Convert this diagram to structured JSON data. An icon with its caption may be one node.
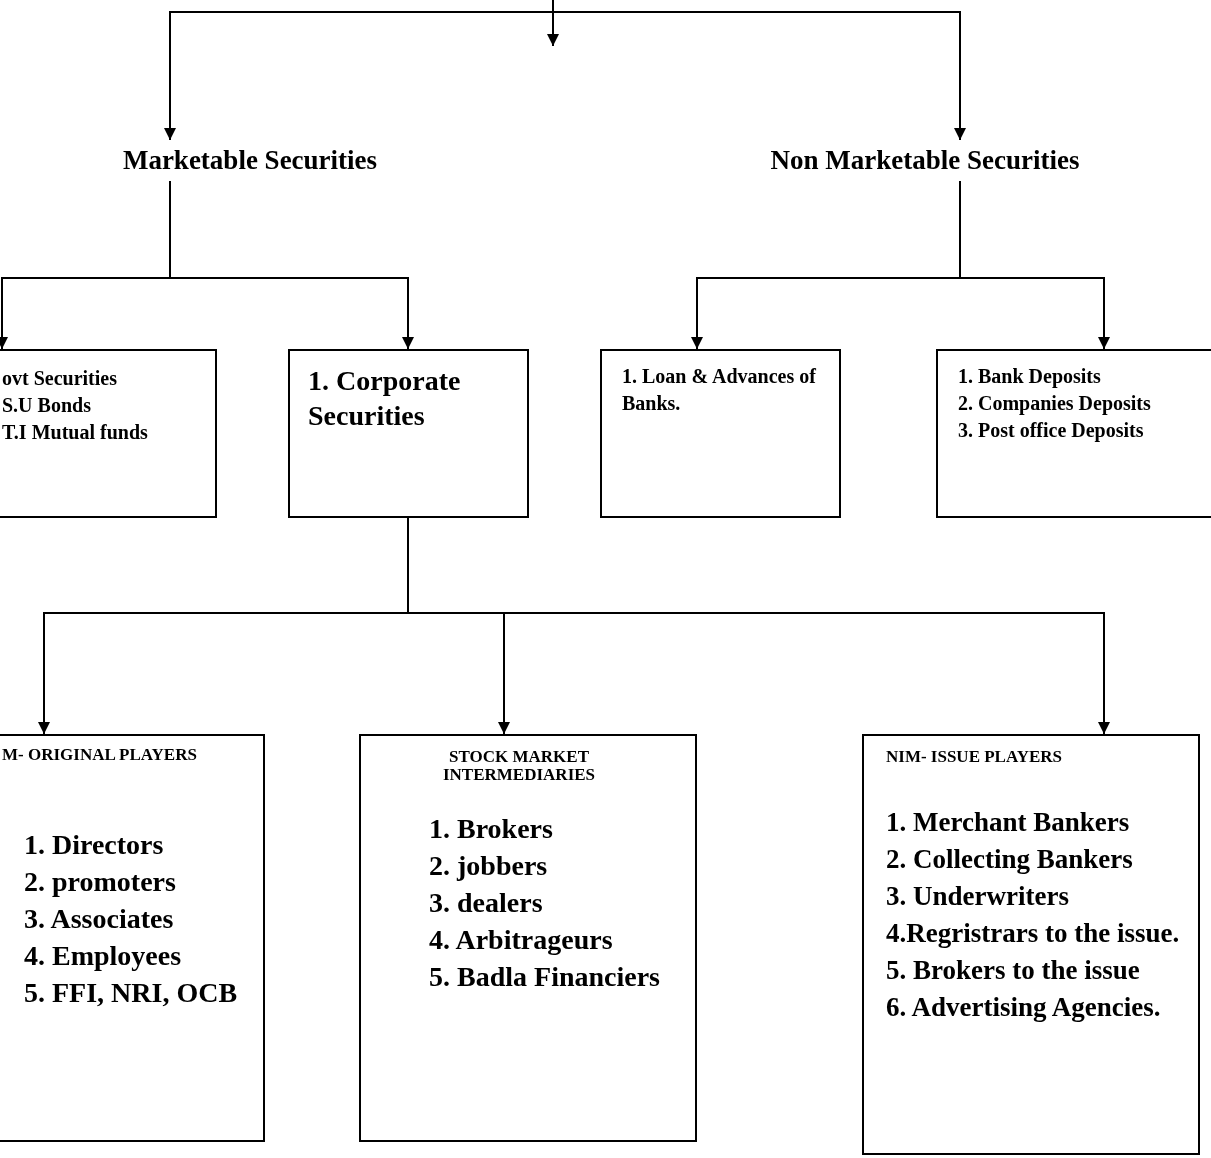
{
  "diagram": {
    "nodes": [
      {
        "text": [
          "Marketable Securities"
        ]
      },
      {
        "text": [
          "Non Marketable Securities"
        ]
      },
      {
        "text": [
          "ovt Securities",
          "S.U Bonds",
          "T.I Mutual funds"
        ]
      },
      {
        "text": [
          "1. Corporate Securities"
        ]
      },
      {
        "text": [
          "1. Loan & Advances of Banks."
        ]
      },
      {
        "text": [
          "1. Bank Deposits",
          "2. Companies Deposits",
          "3. Post office Deposits"
        ]
      },
      {
        "text": [
          "M- ORIGINAL PLAYERS",
          "1. Directors",
          "2. promoters",
          "3. Associates",
          "4. Employees",
          "5. FFI, NRI, OCB"
        ]
      },
      {
        "text": [
          "STOCK MARKET INTERMEDIARIES",
          "1. Brokers",
          "2. jobbers",
          "3. dealers",
          "4. Arbitrageurs",
          "5. Badla Financiers"
        ]
      },
      {
        "text": [
          "NIM- ISSUE PLAYERS",
          "1. Merchant Bankers",
          "2. Collecting Bankers",
          "3. Underwriters",
          "4.Regristrars to the issue.",
          "5. Brokers to the issue",
          "6. Advertising Agencies."
        ]
      }
    ],
    "edges": [
      {
        "from": null,
        "to": 0,
        "arrow": "to"
      },
      {
        "from": null,
        "to": 1,
        "arrow": "to"
      },
      {
        "from": 0,
        "to": 2,
        "arrow": "to"
      },
      {
        "from": 0,
        "to": 3,
        "arrow": "to"
      },
      {
        "from": 1,
        "to": 4,
        "arrow": "to"
      },
      {
        "from": 1,
        "to": 5,
        "arrow": "to"
      },
      {
        "from": 3,
        "to": 6,
        "arrow": "to"
      },
      {
        "from": 3,
        "to": 7,
        "arrow": "to"
      },
      {
        "from": 3,
        "to": 8,
        "arrow": "to"
      }
    ]
  }
}
